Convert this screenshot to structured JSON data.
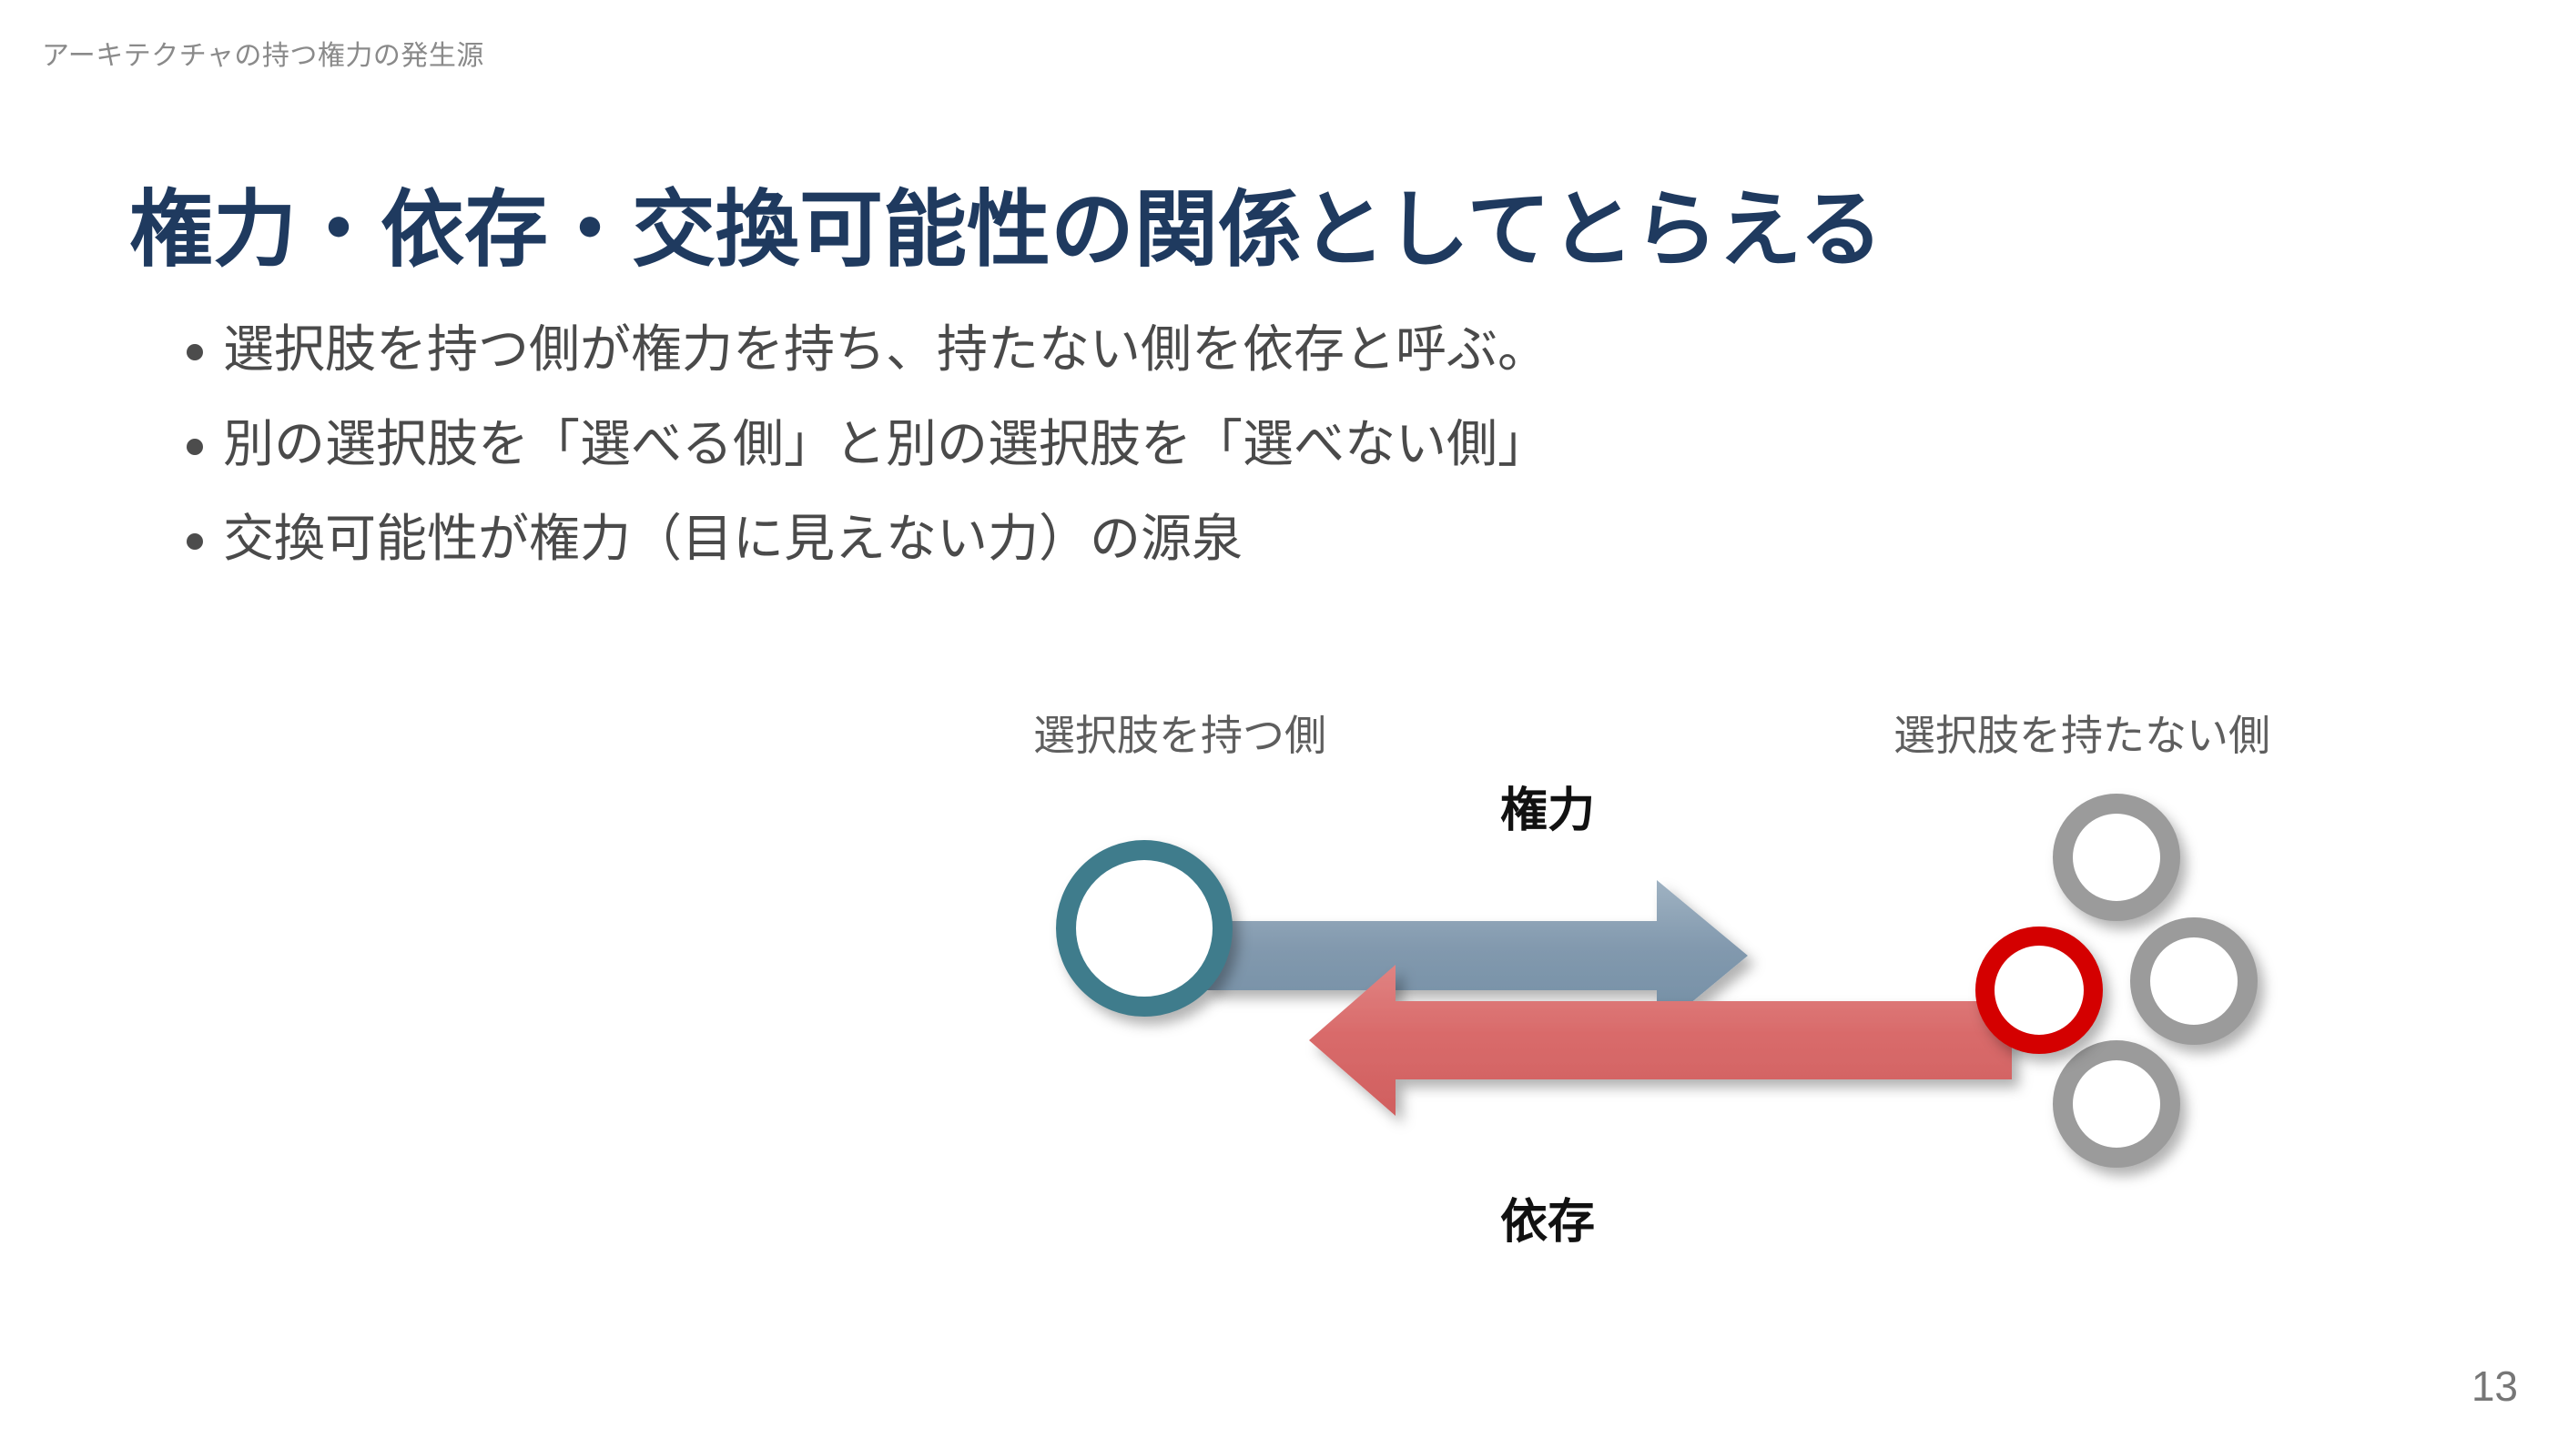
{
  "slide": {
    "kicker": "アーキテクチャの持つ権力の発生源",
    "title": "権力・依存・交換可能性の関係としてとらえる",
    "page_number": "13",
    "bullets": [
      {
        "text": "選択肢を持つ側が権力を持ち、持たない側を依存と呼ぶ。"
      },
      {
        "text": "別の選択肢を「選べる側」と別の選択肢を「選べない側」"
      },
      {
        "text": "交換可能性が権力（目に見えない力）の源泉"
      }
    ]
  },
  "diagram": {
    "left_label": "選択肢を持つ側",
    "right_label": "選択肢を持たない側",
    "arrows": {
      "power_label": "権力",
      "dependence_label": "依存"
    },
    "colors": {
      "teal_ring": "#3f7c8c",
      "red_ring": "#d40000",
      "gray_ring": "#9b9b9b",
      "power_arrow": "#7f98ad",
      "dependence_arrow": "#d96b6b",
      "title": "#1f3a5f",
      "body_text": "#4a4a4a",
      "kicker": "#8a8a8a"
    }
  }
}
